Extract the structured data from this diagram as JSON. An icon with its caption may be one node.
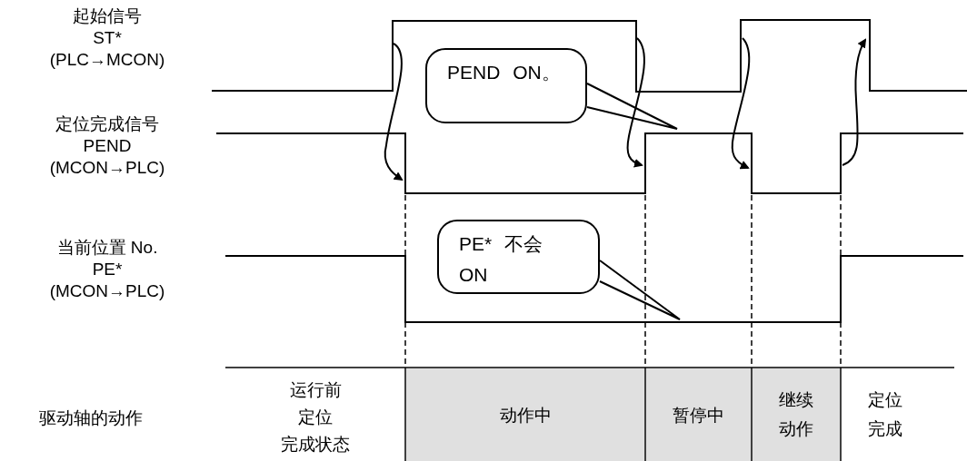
{
  "diagram": {
    "nodes": [
      {
        "text": [
          "PEND ON。"
        ]
      },
      {
        "text": [
          "PE* 不会 ON"
        ]
      }
    ],
    "edges": [
      {
        "from": 0,
        "to": null,
        "arrow": "none"
      },
      {
        "from": 1,
        "to": null,
        "arrow": "none"
      }
    ],
    "labels": [
      "起始信号",
      "ST*",
      "(PLC→MCON)",
      "定位完成信号",
      "PEND",
      "(MCON→PLC)",
      "当前位置 No.",
      "PE*",
      "(MCON→PLC)",
      "驱动轴的动作",
      "运行前",
      "定位",
      "完成状态",
      "动作中",
      "暂停中",
      "继续",
      "动作",
      "定位",
      "完成"
    ]
  }
}
